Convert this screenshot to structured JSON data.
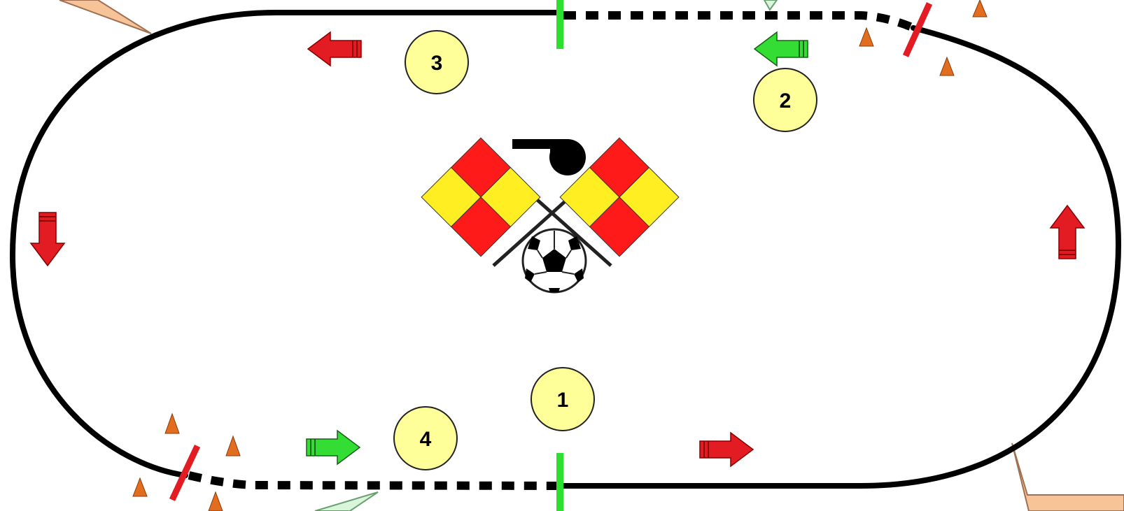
{
  "colors": {
    "track": "#000000",
    "green_marker": "#2ee02e",
    "red_marker": "#e31b23",
    "cone": "#e36d1e",
    "station_fill": "#ffff99",
    "arrow_red": "#e31b23",
    "arrow_green": "#33dd33",
    "flag_red": "#ff1a1a",
    "flag_yellow": "#ffee22",
    "callout_tan": "#f7c49a",
    "callout_mint": "#d9f5dc"
  },
  "stations": [
    {
      "id": "1",
      "label": "1"
    },
    {
      "id": "2",
      "label": "2"
    },
    {
      "id": "3",
      "label": "3"
    },
    {
      "id": "4",
      "label": "4"
    }
  ],
  "icons": {
    "whistle": "whistle-icon",
    "flags": "linesman-flags-icon",
    "ball": "soccer-ball-icon",
    "cone": "cone-icon",
    "arrow": "direction-arrow-icon"
  }
}
